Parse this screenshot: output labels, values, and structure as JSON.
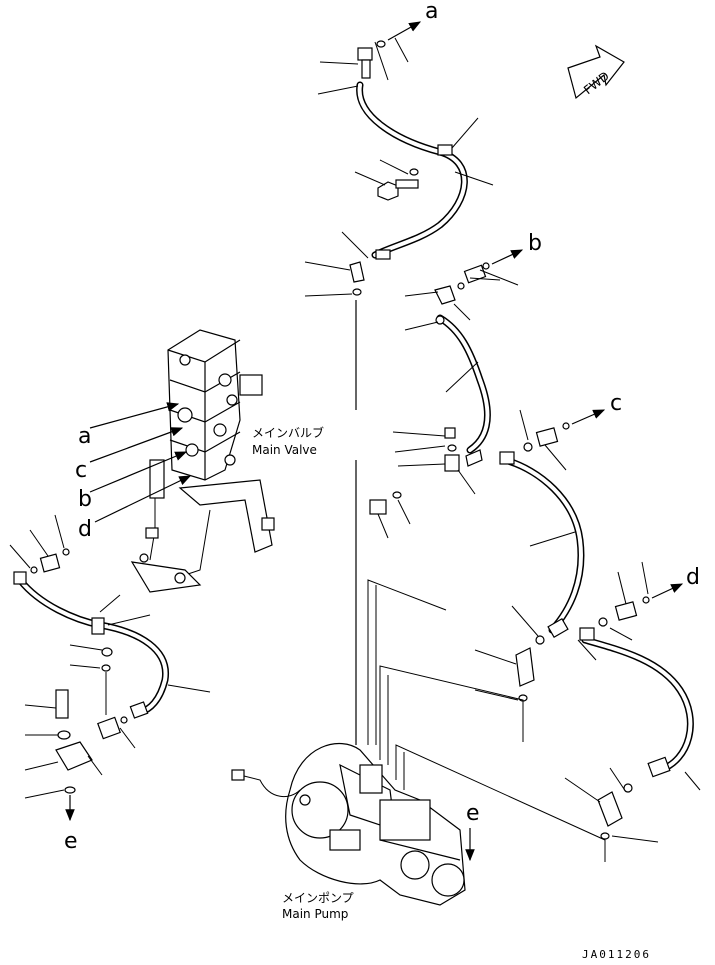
{
  "labels": {
    "fwd": "FWD",
    "main_valve_jp": "メインバルブ",
    "main_valve_en": "Main Valve",
    "main_pump_jp": "メインポンプ",
    "main_pump_en": "Main Pump",
    "figure_code": "JA011206"
  },
  "connection_refs": {
    "a": "a",
    "b": "b",
    "c": "c",
    "d": "d",
    "e": "e"
  }
}
